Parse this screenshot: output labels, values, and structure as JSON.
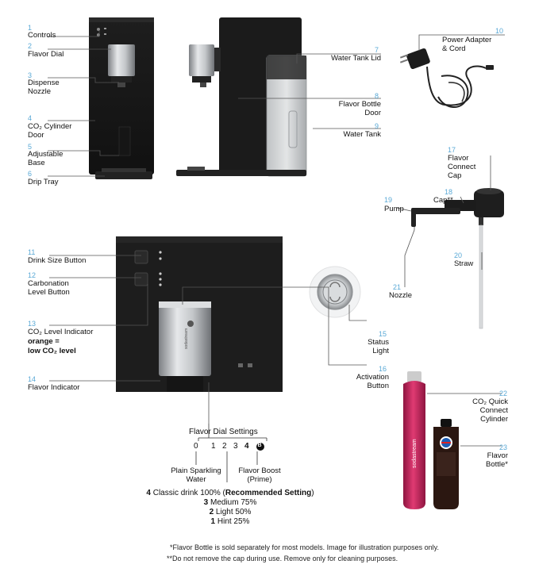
{
  "callouts": [
    {
      "n": "1",
      "label": "Controls"
    },
    {
      "n": "2",
      "label": "Flavor Dial"
    },
    {
      "n": "3",
      "label": "Dispense\nNozzle"
    },
    {
      "n": "4",
      "label": "CO₂ Cylinder\nDoor"
    },
    {
      "n": "5",
      "label": "Adjustable\nBase"
    },
    {
      "n": "6",
      "label": "Drip Tray"
    },
    {
      "n": "7",
      "label": "Water Tank Lid"
    },
    {
      "n": "8",
      "label": "Flavor Bottle\nDoor"
    },
    {
      "n": "9",
      "label": "Water Tank"
    },
    {
      "n": "10",
      "label": "Power Adapter\n& Cord"
    },
    {
      "n": "11",
      "label": "Drink Size Button"
    },
    {
      "n": "12",
      "label": "Carbonation\nLevel Button"
    },
    {
      "n": "13",
      "label": "CO₂ Level Indicator"
    },
    {
      "n": "14",
      "label": "Flavor Indicator"
    },
    {
      "n": "15",
      "label": "Status\nLight"
    },
    {
      "n": "16",
      "label": "Activation\nButton"
    },
    {
      "n": "17",
      "label": "Flavor\nConnect\nCap"
    },
    {
      "n": "18",
      "label": "Cap**"
    },
    {
      "n": "19",
      "label": "Pump"
    },
    {
      "n": "20",
      "label": "Straw"
    },
    {
      "n": "21",
      "label": "Nozzle"
    },
    {
      "n": "22",
      "label": "CO₂ Quick\nConnect\nCylinder"
    },
    {
      "n": "23",
      "label": "Flavor\nBottle*"
    }
  ],
  "co2_note_1": "orange =",
  "co2_note_2": "low CO₂ level",
  "flavor_dial": {
    "title": "Flavor Dial Settings",
    "settings": [
      "0",
      "1",
      "2",
      "3",
      "4",
      "B"
    ],
    "left_label": "Plain Sparkling\nWater",
    "right_label": "Flavor Boost\n(Prime)"
  },
  "levels": [
    {
      "num": "4",
      "text": "Classic drink 100% (",
      "bold": "Recommended Setting",
      "end": ")"
    },
    {
      "num": "3",
      "text": "Medium 75%"
    },
    {
      "num": "2",
      "text": "Light 50%"
    },
    {
      "num": "1",
      "text": "Hint 25%"
    }
  ],
  "footnotes": [
    "*Flavor Bottle is sold separately for most models. Image for illustration purposes only.",
    "**Do not remove the cap during use. Remove only for cleaning purposes."
  ],
  "product_text": {
    "brand": "sodastream",
    "bottle_brand": "pepsi"
  },
  "colors": {
    "accent": "#5aa9d6",
    "body": "#1b1b1b",
    "steel": "#b9bcbf",
    "cylinder": "#c8235c"
  }
}
